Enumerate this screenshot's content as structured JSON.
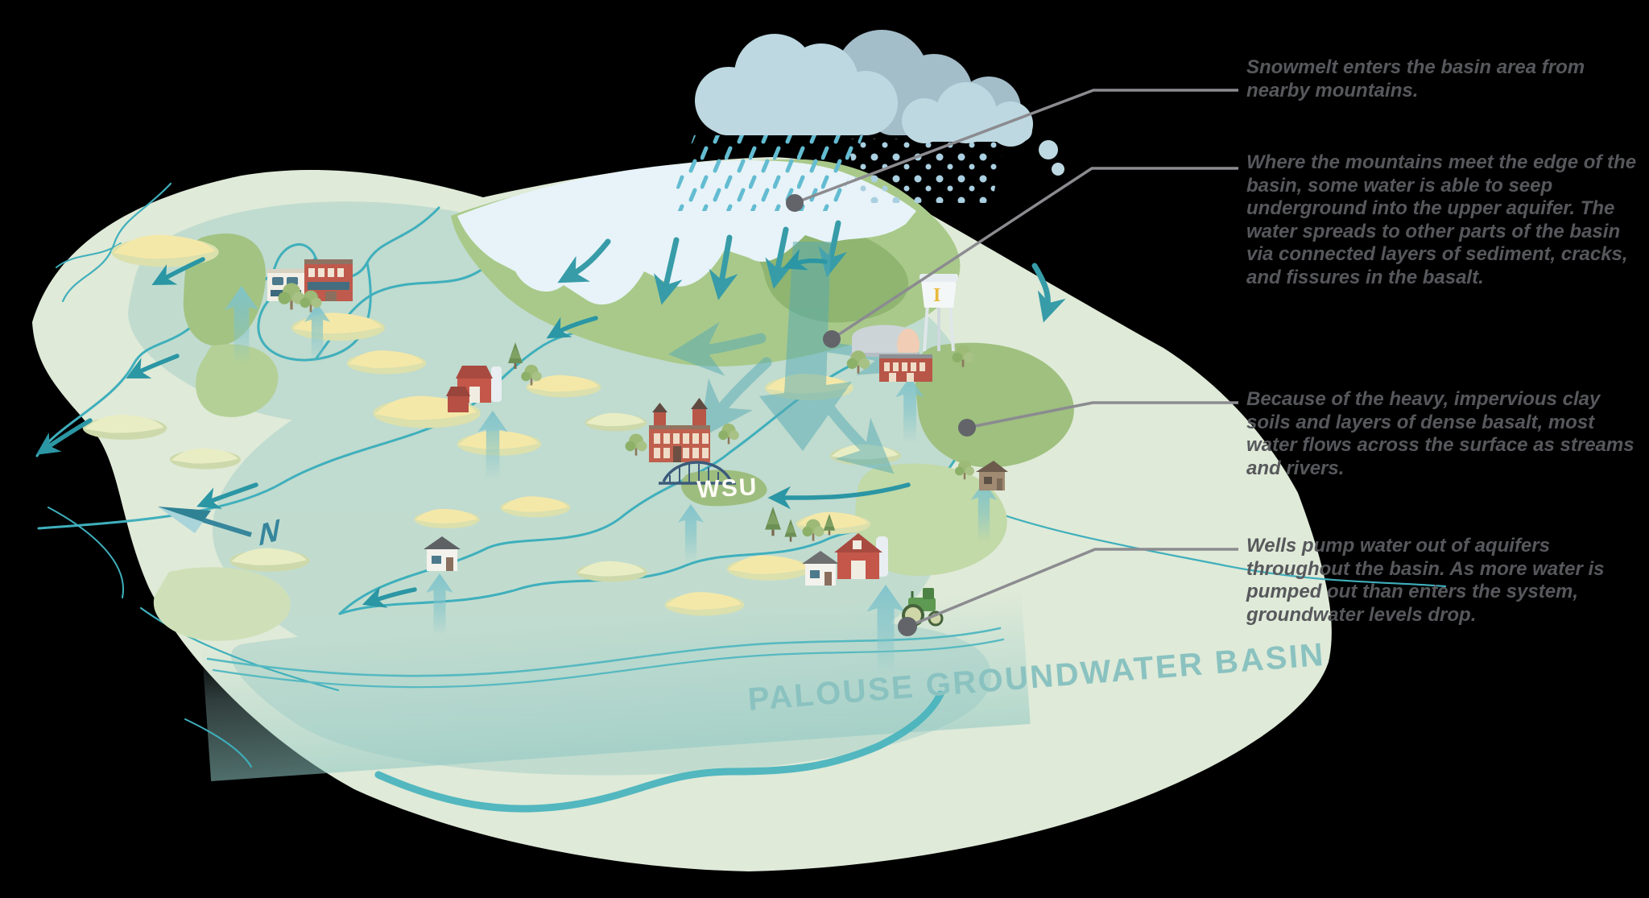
{
  "title": "Palouse Groundwater Basin infographic",
  "map": {
    "basin_label": "PALOUSE GROUNDWATER BASIN",
    "wsu_label": "WSU",
    "water_tower_label": "I",
    "compass_label": "N"
  },
  "annotations": [
    {
      "text": "Snowmelt enters the basin area from nearby mountains."
    },
    {
      "text": "Where the mountains meet the edge of the basin, some water is able to seep underground into the upper aquifer. The water spreads to other parts of the basin via connected layers of sediment, cracks, and fissures in the basalt."
    },
    {
      "text": "Because of the heavy, impervious clay soils and layers of dense basalt, most water flows across the surface as streams and rivers."
    },
    {
      "text": "Wells pump water out of aquifers throughout the basin. As more water is pumped out than enters the system, groundwater levels drop."
    }
  ],
  "colors": {
    "background": "#000000",
    "basin_fill": "#dfead8",
    "lowland_teal": "#b9d8d0",
    "river": "#3fafbc",
    "flow_arrow": "#2b96a4",
    "up_arrow": "#7fc3ca",
    "snow_cap": "#e7f3f8",
    "mountain_green": "#a9c98a",
    "cloud_light": "#bdd8e1",
    "cloud_gray": "#a3bdc9",
    "rain": "#63bcd1",
    "snow_dots": "#a9cfe0",
    "hill_yellow": "#f4e8a9",
    "barn_red": "#c4574a",
    "leader_line": "#8b8b90",
    "leader_dot": "#63646a",
    "annotation_text": "#57585c",
    "basin_label_text": "#8ac2c0"
  }
}
